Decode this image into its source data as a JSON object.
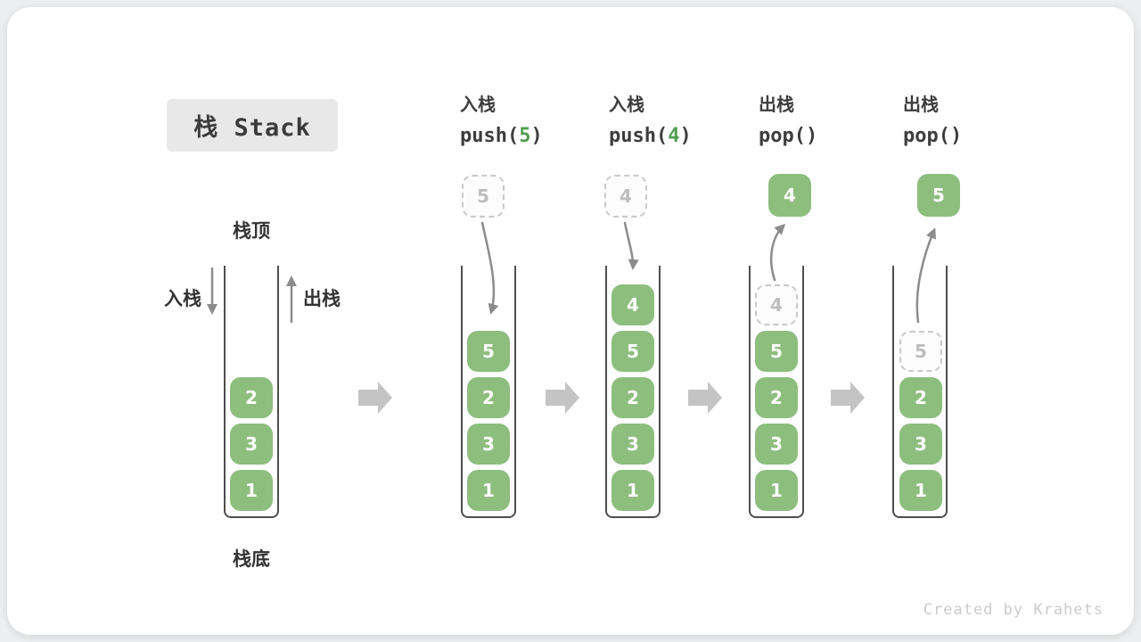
{
  "page": {
    "title": "栈 Stack",
    "watermark": "Created by Krahets"
  },
  "colors": {
    "box_green": "#8dbe7e",
    "code_green": "#4f9e4f",
    "arrow_gray": "#8c8c8c",
    "block_arrow_gray": "#c4c4c4",
    "dashed_border": "#c9c9c9",
    "dashed_text": "#bdbdbd",
    "text_dark": "#3d3d3d",
    "title_bg": "#e8e8e8",
    "watermark_gray": "#cbcbcb"
  },
  "legend": {
    "stack_top": "栈顶",
    "stack_bottom": "栈底",
    "push_label": "入栈",
    "pop_label": "出栈"
  },
  "columns": [
    {
      "stack": [
        "2",
        "3",
        "1"
      ]
    },
    {
      "op": "入栈",
      "code_pre": "push(",
      "code_arg": "5",
      "code_post": ")",
      "floating": "5",
      "stack": [
        "5",
        "2",
        "3",
        "1"
      ]
    },
    {
      "op": "入栈",
      "code_pre": "push(",
      "code_arg": "4",
      "code_post": ")",
      "floating": "4",
      "stack": [
        "4",
        "5",
        "2",
        "3",
        "1"
      ]
    },
    {
      "op": "出栈",
      "code_pre": "pop(",
      "code_arg": "",
      "code_post": ")",
      "floating": "4",
      "ghost": "4",
      "stack": [
        "5",
        "2",
        "3",
        "1"
      ]
    },
    {
      "op": "出栈",
      "code_pre": "pop(",
      "code_arg": "",
      "code_post": ")",
      "floating": "5",
      "ghost": "5",
      "stack": [
        "2",
        "3",
        "1"
      ]
    }
  ]
}
